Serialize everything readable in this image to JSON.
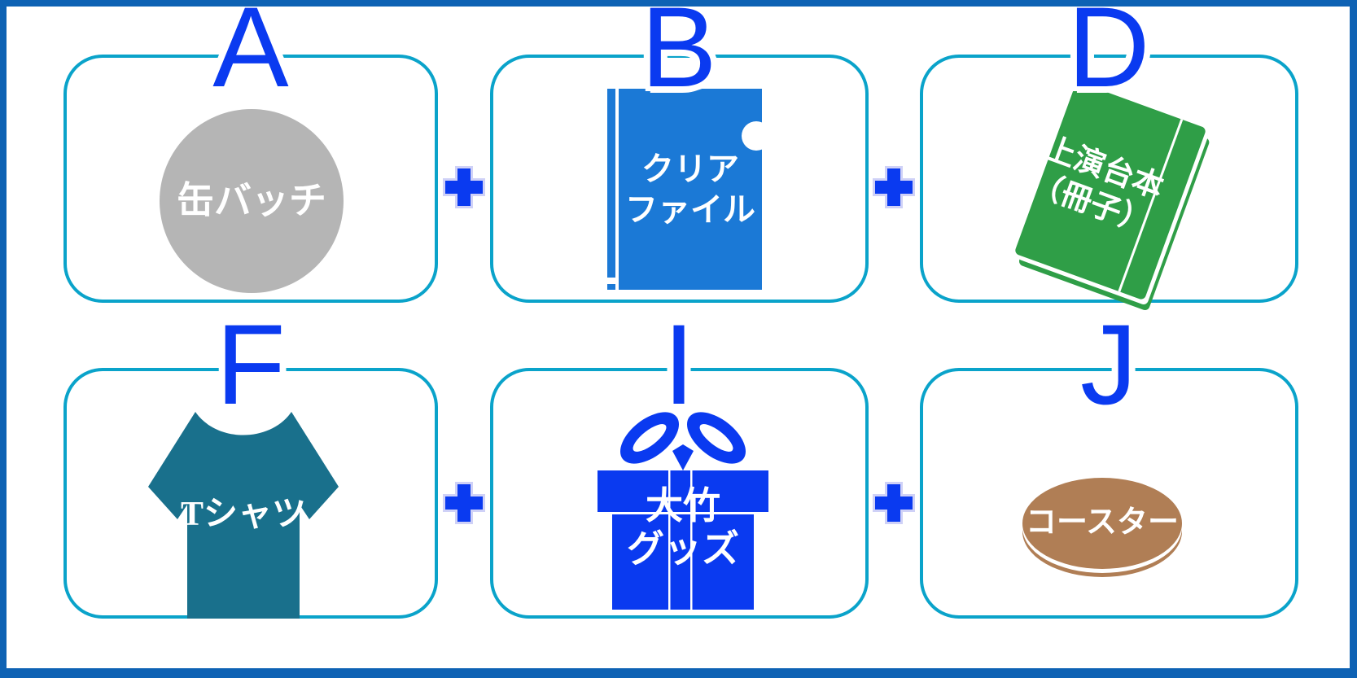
{
  "palette": {
    "frame_blue": "#0e62b4",
    "card_border_cyan": "#0aa3ca",
    "letter_blue": "#0a3af0",
    "badge_gray": "#b5b5b5",
    "file_blue": "#1b79d6",
    "book_green": "#2f9e47",
    "shirt_teal": "#19708c",
    "gift_blue": "#0a3af0",
    "coaster_brown": "#b07e55",
    "label_text": "#ffffff"
  },
  "operators": {
    "plus": "+"
  },
  "cards": [
    {
      "letter": "A",
      "item": "can-badge",
      "label": "缶バッチ"
    },
    {
      "letter": "B",
      "item": "clear-file",
      "label_lines": [
        "クリア",
        "ファイル"
      ]
    },
    {
      "letter": "D",
      "item": "script-booklet",
      "label_lines": [
        "上演台本",
        "（冊子）"
      ]
    },
    {
      "letter": "F",
      "item": "t-shirt",
      "label": "Tシャツ"
    },
    {
      "letter": "I",
      "item": "goods-gift-box",
      "label_lines": [
        "大竹",
        "グッズ"
      ]
    },
    {
      "letter": "J",
      "item": "coaster",
      "label": "コースター"
    }
  ]
}
